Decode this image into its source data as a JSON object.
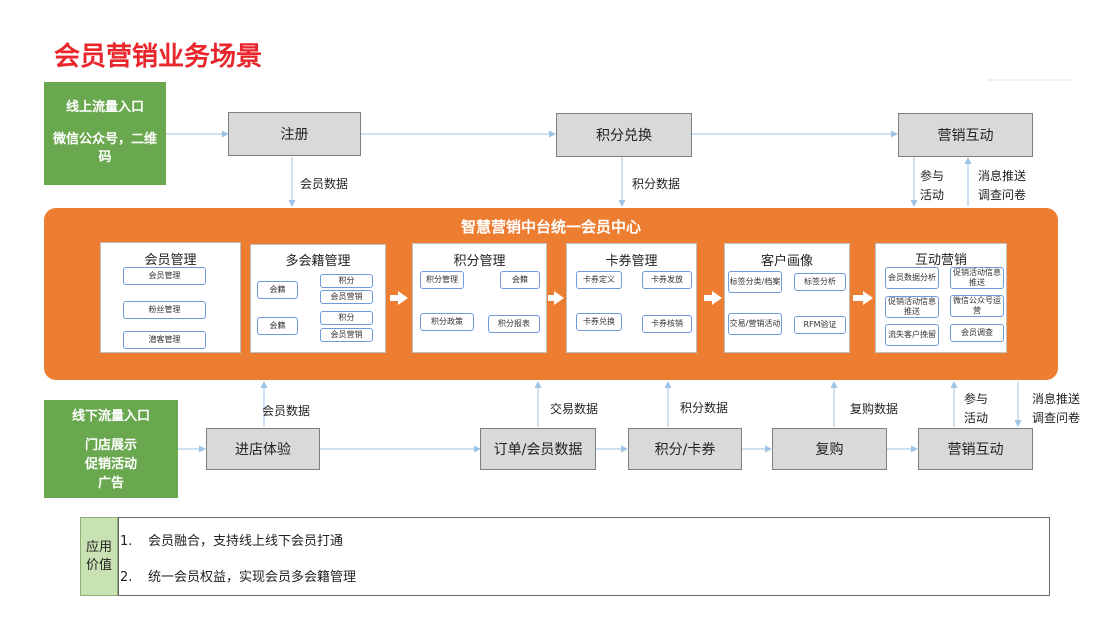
{
  "title": "会员营销业务场景",
  "online": {
    "entry_title": "线上流量入口",
    "entry_desc": "微信公众号，二维码",
    "steps": [
      "注册",
      "积分兑换",
      "营销互动"
    ],
    "labels": {
      "member_data": "会员数据",
      "points_data": "积分数据",
      "participate": "参与活动",
      "push_survey": "消息推送调查问卷"
    }
  },
  "hub": {
    "title": "智慧营销中台统一会员中心",
    "panels": [
      {
        "title": "会员管理",
        "items": [
          "会员管理",
          "粉丝管理",
          "潜客管理"
        ]
      },
      {
        "title": "多会籍管理",
        "items": [
          "会籍",
          "积分",
          "会员营销",
          "会籍",
          "积分",
          "会员营销"
        ]
      },
      {
        "title": "积分管理",
        "items": [
          "积分管理",
          "会籍",
          "积分政策",
          "积分报表"
        ]
      },
      {
        "title": "卡券管理",
        "items": [
          "卡券定义",
          "卡券发放",
          "卡券兑换",
          "卡券核销"
        ]
      },
      {
        "title": "客户画像",
        "items": [
          "标签分类/档案",
          "标签分析",
          "交易/营销活动",
          "RFM验证"
        ]
      },
      {
        "title": "互动营销",
        "items": [
          "会员数据分析",
          "促销活动信息推送",
          "促销活动信息推送",
          "微信公众号运营",
          "流失客户挽留",
          "会员调查"
        ]
      }
    ]
  },
  "offline": {
    "entry_title": "线下流量入口",
    "entry_desc": [
      "门店展示",
      "促销活动",
      "广告"
    ],
    "steps": [
      "进店体验",
      "订单/会员数据",
      "积分/卡券",
      "复购",
      "营销互动"
    ],
    "labels": {
      "member_data": "会员数据",
      "trade_data": "交易数据",
      "points_data": "积分数据",
      "repurchase_data": "复购数据",
      "participate": "参与活动",
      "push_survey": "消息推送调查问卷"
    }
  },
  "value": {
    "tag": "应用价值",
    "items": [
      {
        "num": "1.",
        "text": "会员融合，支持线上线下会员打通"
      },
      {
        "num": "2.",
        "text": "统一会员权益，实现会员多会籍管理"
      }
    ]
  },
  "colors": {
    "accent": "#e8262b",
    "hub": "#ed7d31",
    "entry": "#6aa84f",
    "connector": "#9dc3e6",
    "pill_border": "#6f9cd8"
  }
}
